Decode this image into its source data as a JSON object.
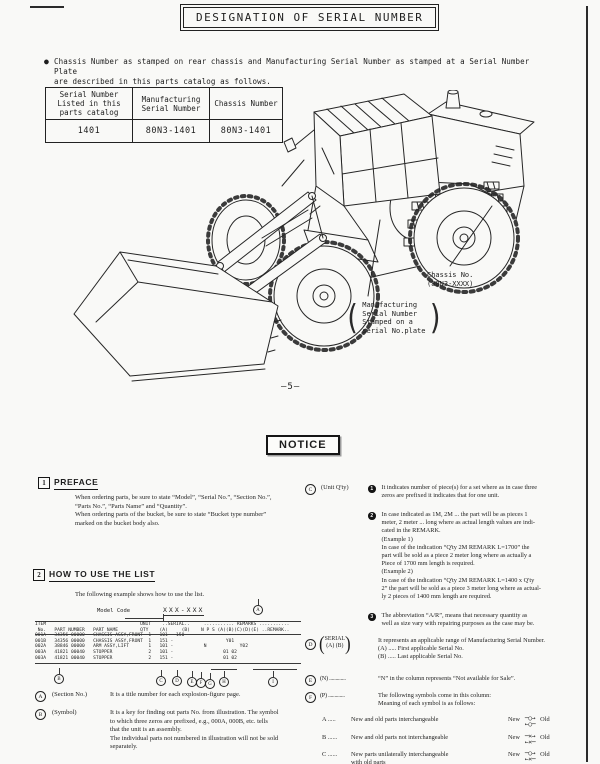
{
  "page1": {
    "title": "DESIGNATION OF SERIAL NUMBER",
    "bullet": "●",
    "intro": "Chassis Number as stamped on rear chassis and Manufacturing Serial Number as stamped at a Serial Number Plate\nare described in this parts catalog as follows.",
    "serial_table": {
      "col1_header": "Serial Number\nListed in this\nparts catalog",
      "col2_header": "Manufacturing\nSerial Number",
      "col3_header": "Chassis Number",
      "col1_value": "1401",
      "col2_value": "80N3-1401",
      "col3_value": "80N3-1401"
    },
    "figure": {
      "chassis_label": "Chassis No.\n(80N3-XXXX)",
      "serial_plate_label": "Manufacturing\nSerial Number\nStamped on a\nserial No.plate",
      "paren_open": "(",
      "paren_close": ")"
    },
    "page_number": "—5—"
  },
  "page2": {
    "notice": "NOTICE",
    "preface": {
      "number": "1",
      "heading": "PREFACE",
      "body": "When ordering parts, be sure to state “Model”, “Serial No.”, “Section No.”,\n“Parts No.”, “Parts Name” and “Quantity”.\nWhen ordering parts of the bucket, be sure to state “Bucket type number”\nmarked on the bucket body also."
    },
    "howto": {
      "number": "2",
      "heading": "HOW TO USE THE LIST",
      "intro": "The following example shows how to use the list.",
      "example": {
        "model_code_label": "Model Code",
        "model_code_value": "XXX-XXX",
        "model_callout": "A",
        "table_lines": [
          "ITEM                                  UNIT    ..SERIAL..     ........... REMARKS ...........",
          " No.   PART NUMBER   PART NAME        QTY    (A)     (B)    N P S (A)(B)(C)(D)(E) ..REMARK..",
          "001A   34356 00000   CHASSIS ASSY,FRONT  1   101 - 150",
          "001B   34356 00000   CHASSIS ASSY,FRONT  1   151 -                   Y01",
          "002A   38846 00000   ARM ASSY,LIFT       1   101 -           N            Y02",
          "003A   41821 00040   STOPPER             2   101 -                  01 02",
          "003A   41821 00040   STOPPER             2   151 -                  01 02"
        ],
        "callouts": [
          "B",
          "C",
          "D",
          "E",
          "F",
          "G",
          "H",
          "I"
        ]
      }
    },
    "legend_left": [
      {
        "key": "A",
        "label": "(Section No.)",
        "text": "It is a title number for each explosion-figure page."
      },
      {
        "key": "B",
        "label": "(Symbol)",
        "text": "It is a key for finding out parts No. from illustration. The symbol\nto which three zeros are prefixed, e.g., 000A, 000B, etc. tells\nthat the unit is an assembly.\nThe individual parts not numbered in illustration will not be sold\nseparately."
      }
    ],
    "unit_qty": {
      "key": "C",
      "label": "(Unit Q'ty)",
      "items": [
        {
          "num": "1",
          "text": "It indicates number of piece(s) for a set where as in case three\nzeros are prefixed it indicates that for one unit."
        },
        {
          "num": "2",
          "text": "In case indicated as 1M, 2M ... the part will be as pieces 1\nmeter, 2 meter ... long where as actual length values are indi-\ncated in the REMARK.\n(Example 1)\nIn case of the indication “Q'ty 2M REMARK L=1700” the\npart will be sold as a piece 2 meter long where as actually a\nPiece of 1700 mm length is required.\n(Example 2)\nIn case of the indication “Q'ty 2M REMARK L=1400 x Q'ty\n2” the part will be sold as a piece 3 meter long where as actual-\nly 2 pieces of 1400 mm length are required."
        },
        {
          "num": "3",
          "text": "The abbreviation “A/R”, means that necessary quantity as\nwell as size vary with repairing purposes as the case may be."
        }
      ]
    },
    "serial_entry": {
      "key": "D",
      "label_line1": "SERIAL",
      "label_line2": "(A) (B)",
      "paren_open": "(",
      "paren_close": ")",
      "text": "It represents an applicable range of Manufacturing Serial Number.\n(A) ..... First applicable Serial No.\n(B) ..... Last applicable Serial No."
    },
    "n_entry": {
      "key": "E",
      "label": "(N) .............",
      "text": "“N” in the column represents “Not available for Sale”."
    },
    "p_entry": {
      "key": "F",
      "label": "(P) .............",
      "text": "The following symbols come in this column:\nMeaning of each symbol is as follows:"
    },
    "symbols": [
      {
        "letter": "A .....",
        "desc": "New and old parts interchangeable",
        "new_label": "New",
        "old_label": "Old",
        "arrow_top": "─○→",
        "arrow_bottom": "←○─"
      },
      {
        "letter": "B ......",
        "desc": "New and old parts not interchangeable",
        "new_label": "New",
        "old_label": "Old",
        "arrow_top": "─×→",
        "arrow_bottom": "←×─"
      },
      {
        "letter": "C ......",
        "desc": "New parts unilaterally interchangeable\nwith old parts",
        "new_label": "New",
        "old_label": "Old",
        "arrow_top": "─○→",
        "arrow_bottom": "←×─"
      }
    ]
  }
}
